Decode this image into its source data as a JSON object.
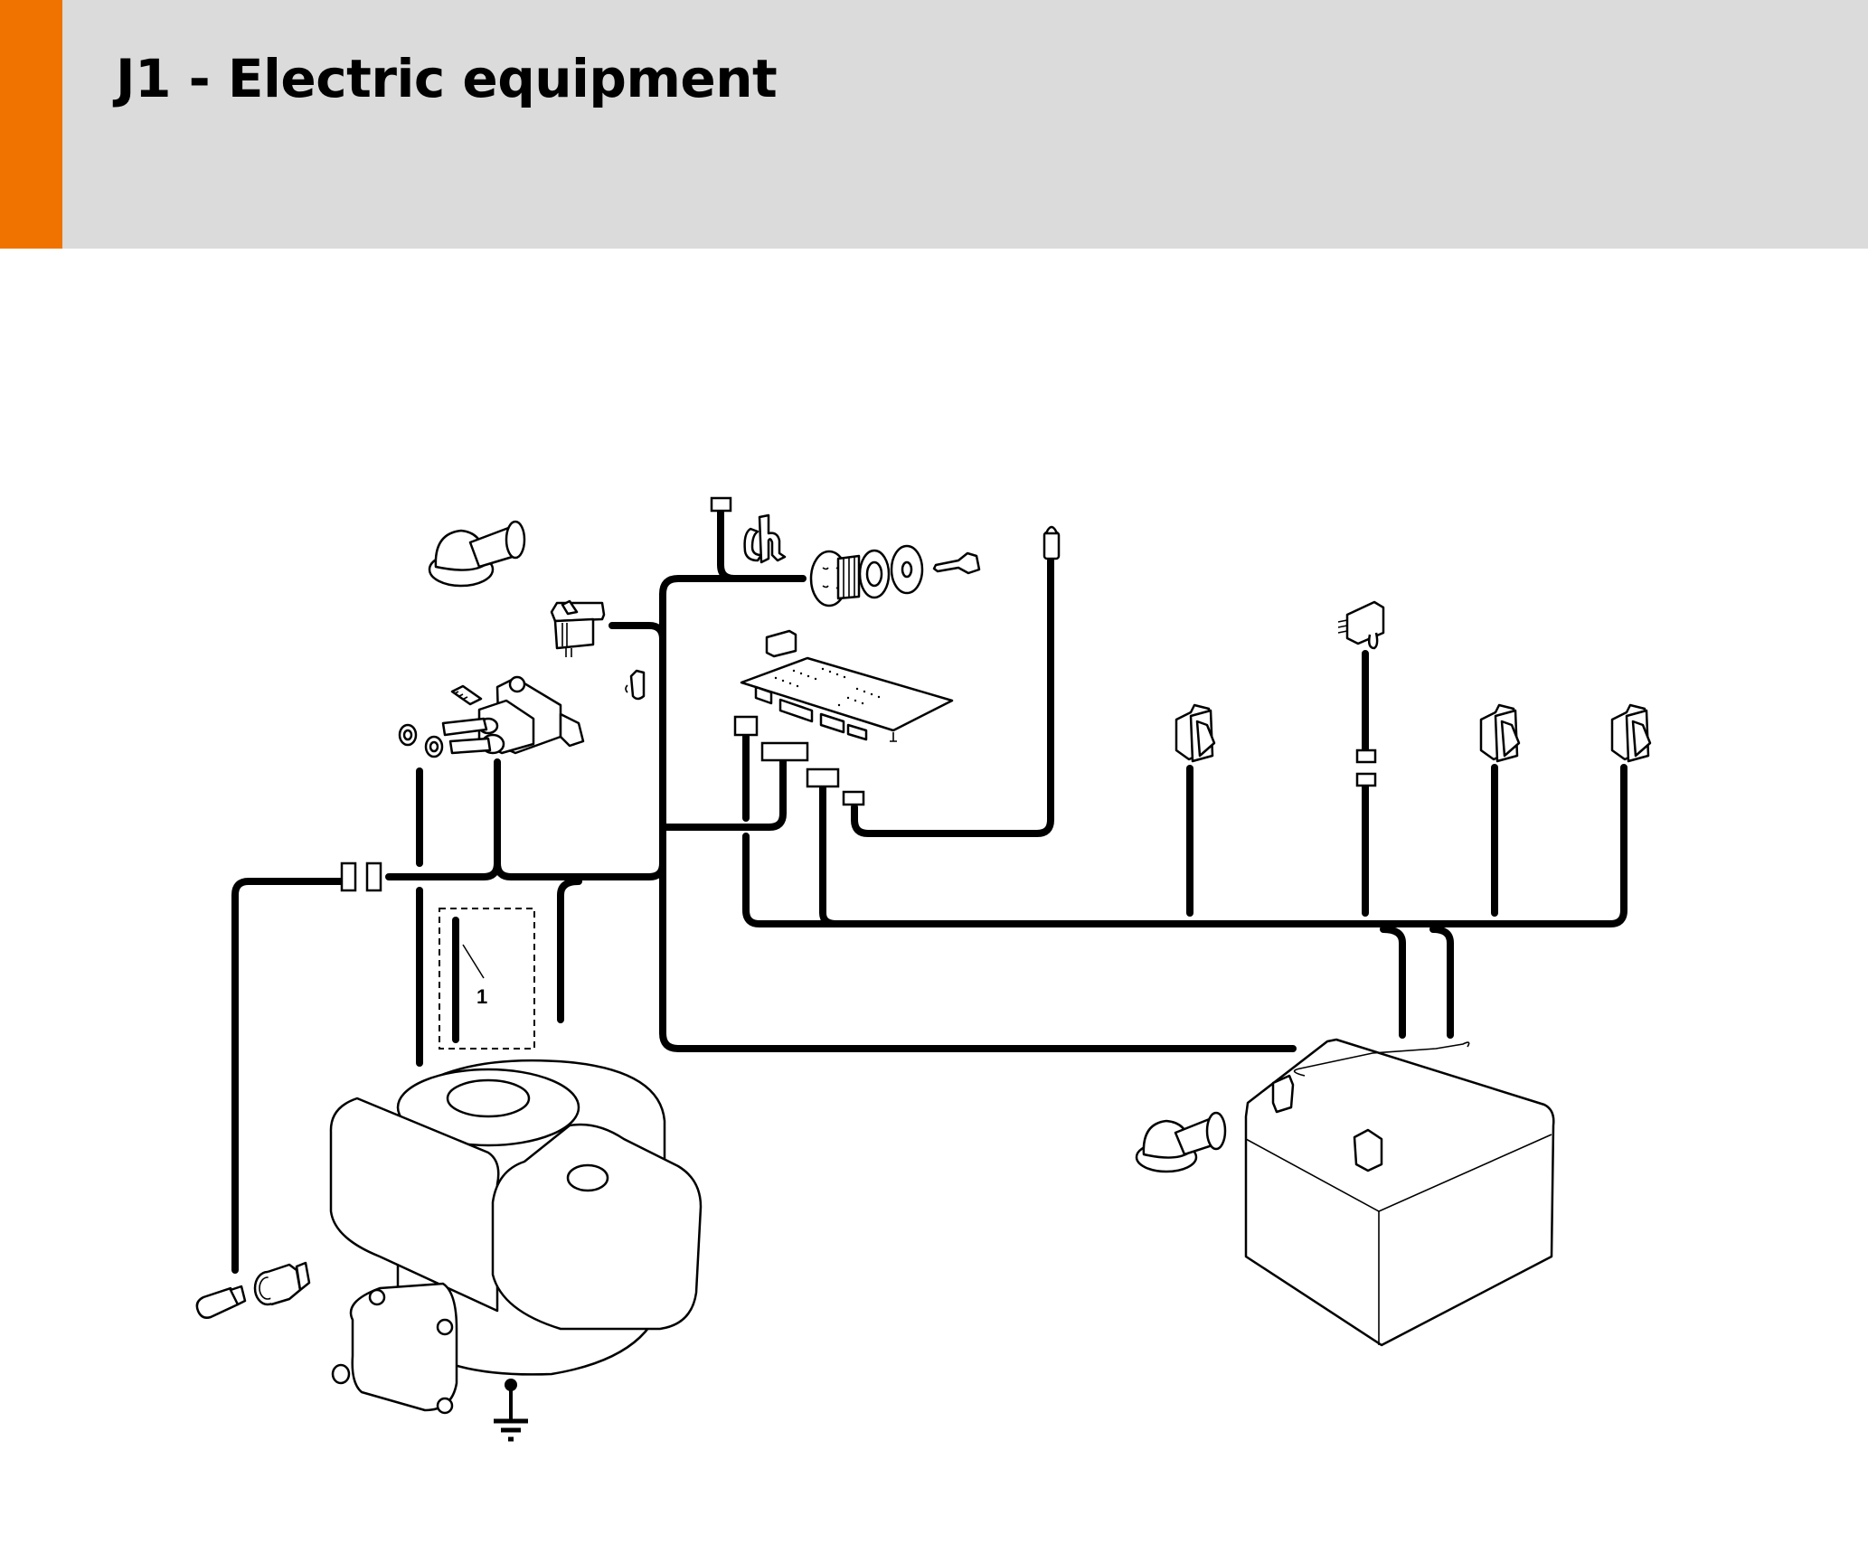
{
  "header": {
    "title": "J1 - Electric equipment",
    "accent_color": "#f07300",
    "band_color": "#dadbda"
  },
  "diagram": {
    "callouts": [
      {
        "label": "1",
        "part": "wire-harness-section"
      }
    ],
    "components": [
      "battery-terminal-cap",
      "ignition-lock-with-key",
      "harness-clip",
      "rocker-switch",
      "starter-solenoid",
      "control-board",
      "sensor",
      "relay",
      "safety-switch-1",
      "safety-switch-2",
      "safety-switch-3",
      "engine",
      "indicator-bulb",
      "battery",
      "battery-terminal-cap-2",
      "ground"
    ]
  }
}
